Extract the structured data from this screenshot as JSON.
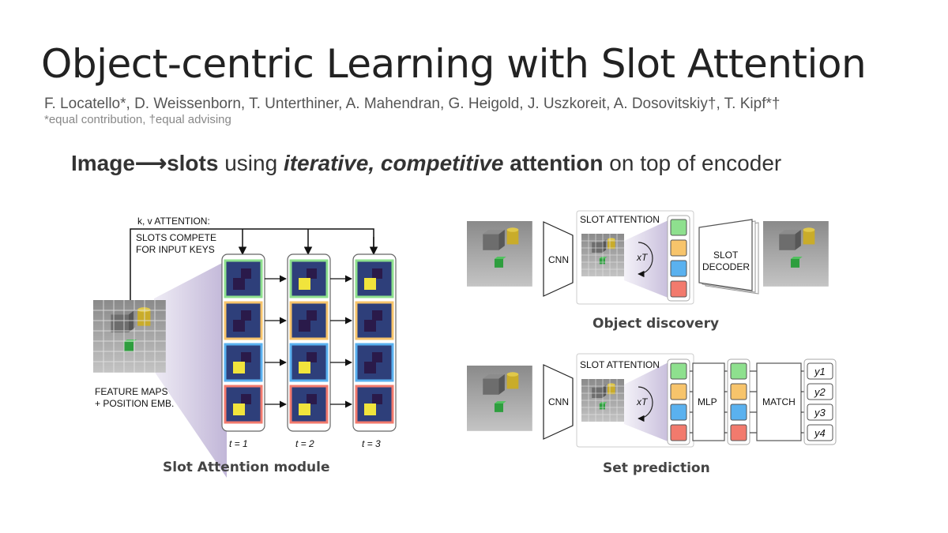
{
  "slide": {
    "title": "Object-centric Learning with Slot Attention",
    "authors": "F. Locatello*, D. Weissenborn, T. Unterthiner, A. Mahendran, G. Heigold, J. Uszkoreit, A. Dosovitskiy†, T. Kipf*†",
    "note": "*equal contribution, †equal advising",
    "subtitle": {
      "part1": "Image",
      "arrow": "⟶",
      "part2": "slots",
      "part3": " using ",
      "part4": "iterative, competitive",
      "part5": " ",
      "part6": "attention",
      "part7": " on top of encoder"
    }
  },
  "module": {
    "kv_label": "k, v ATTENTION:",
    "compete_line1": "SLOTS COMPETE",
    "compete_line2": "FOR INPUT KEYS",
    "feature_line1": "FEATURE MAPS",
    "feature_line2": "+ POSITION EMB.",
    "t1": "t = 1",
    "t2": "t = 2",
    "t3": "t = 3",
    "caption": "Slot Attention module"
  },
  "discovery": {
    "slot_attention": "SLOT ATTENTION",
    "cnn": "CNN",
    "xT": "xT",
    "decoder_line1": "SLOT",
    "decoder_line2": "DECODER",
    "caption": "Object discovery"
  },
  "setpred": {
    "slot_attention": "SLOT ATTENTION",
    "cnn": "CNN",
    "xT": "xT",
    "mlp": "MLP",
    "match": "MATCH",
    "y1": "y1",
    "y2": "y2",
    "y3": "y3",
    "y4": "y4",
    "caption": "Set prediction"
  },
  "colors": {
    "slot_green": "#8ee08e",
    "slot_orange": "#f7c46b",
    "slot_blue": "#5ab1ef",
    "slot_red": "#f27a6d",
    "mask_bg": "#2e3f7a",
    "mask_yellow": "#f1e43c",
    "attention_purple": "#8f7bb8"
  }
}
